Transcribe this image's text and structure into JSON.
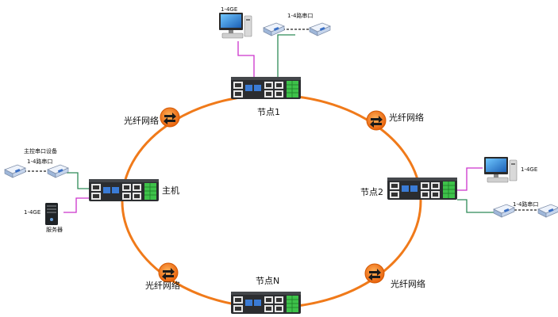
{
  "labels": {
    "node1": "节点1",
    "node2": "节点2",
    "nodeN": "节点N",
    "master": "主机",
    "fiber_tl": "光纤网络",
    "fiber_tr": "光纤网络",
    "fiber_bl": "光纤网络",
    "fiber_br": "光纤网络",
    "master_serial_device": "主控串口设备",
    "master_serial": "1-4路串口",
    "master_ge": "1-4GE",
    "server": "服务器",
    "node1_ge": "1-4GE",
    "node1_serial": "1-4路串口",
    "node2_ge": "1-4GE",
    "node2_serial": "1-4路串口"
  },
  "colors": {
    "ring": "#f07a1a",
    "ethernet_line": "#cc33cc",
    "serial_line": "#2e8b57",
    "device_body": "#2b2d30",
    "terminal_green": "#3ec24a"
  },
  "icons": {
    "fiber": "orange-fiber-arrows-icon",
    "switch": "industrial-switch-icon",
    "pc": "desktop-computer-icon",
    "converter": "serial-converter-icon",
    "server": "tower-server-icon"
  }
}
